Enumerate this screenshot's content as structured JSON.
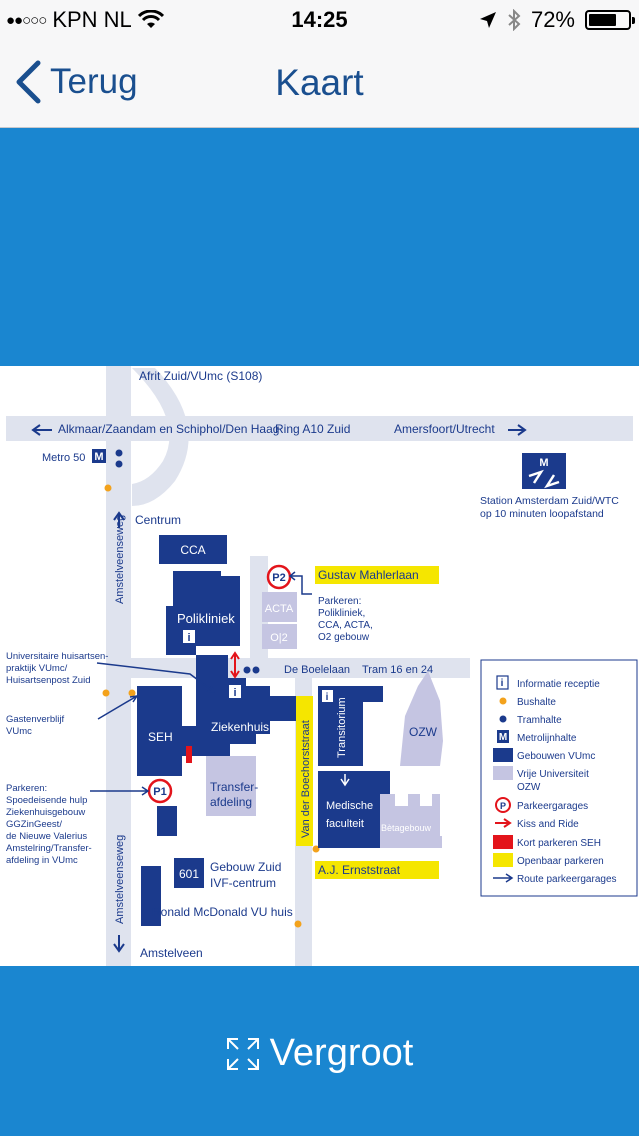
{
  "status_bar": {
    "signal": "●●○○○",
    "carrier": "KPN NL",
    "time": "14:25",
    "battery": "72%",
    "battery_level": 0.72
  },
  "nav": {
    "back_label": "Terug",
    "title": "Kaart"
  },
  "map": {
    "top_roads": {
      "afrit": "Afrit Zuid/VUmc (S108)",
      "west": "Alkmaar/Zaandam en Schiphol/Den Haag",
      "ring": "Ring A10 Zuid",
      "east": "Amersfoort/Utrecht"
    },
    "metro": "Metro 50",
    "metro_icon": "M",
    "station_icon": "M",
    "station": [
      "Station Amsterdam Zuid/WTC",
      "op 10 minuten loopafstand"
    ],
    "centrum": "Centrum",
    "amstelveen": "Amstelveen",
    "amstelveenseweg": "Amstelveenseweg",
    "buildings": {
      "cca": "CCA",
      "polikliniek": "Polikliniek",
      "ziekenhuis": "Ziekenhuis",
      "seh": "SEH",
      "transferafdeling": [
        "Transfer-",
        "afdeling"
      ],
      "acta": "ACTA",
      "o2": "O|2",
      "transitorium": "Transitorium",
      "ozw": "OZW",
      "medische_faculteit": [
        "Medische",
        "faculteit"
      ],
      "betagebouw": "Bètagebouw",
      "gebouw601_num": "601",
      "gebouw_zuid": [
        "Gebouw Zuid",
        "IVF-centrum"
      ],
      "ronald": "Ronald McDonald VU huis"
    },
    "streets": {
      "gustav": "Gustav Mahlerlaan",
      "boelelaan": "De Boelelaan",
      "tram": "Tram 16 en 24",
      "van_der_boechorst": "Van der Boechorststraat",
      "ernststraat": "A.J. Ernststraat"
    },
    "parking_p2": "P2",
    "parking_p1": "P1",
    "parking_p2_text": [
      "Parkeren:",
      "Polikliniek,",
      "CCA, ACTA,",
      "O2 gebouw"
    ],
    "universitaire_text": [
      "Universitaire huisartsen-",
      "praktijk VUmc/",
      "Huisartsenpost Zuid"
    ],
    "gastenverblijf_text": [
      "Gastenverblijf",
      "VUmc"
    ],
    "parkeren_p1_text": [
      "Parkeren:",
      "Spoedeisende hulp",
      "Ziekenhuisgebouw",
      "GGZinGeest/",
      "de Nieuwe Valerius",
      "Amstelring/Transfer-",
      "afdeling in VUmc"
    ],
    "info_symbol": "i",
    "legend": [
      {
        "key": "info",
        "label": "Informatie receptie"
      },
      {
        "key": "bus",
        "label": "Bushalte"
      },
      {
        "key": "tram",
        "label": "Tramhalte"
      },
      {
        "key": "metro",
        "label": "Metrolijnhalte"
      },
      {
        "key": "vumc",
        "label": "Gebouwen VUmc"
      },
      {
        "key": "vu",
        "label": "Vrije Universiteit",
        "label2": "OZW"
      },
      {
        "key": "garage",
        "label": "Parkeergarages"
      },
      {
        "key": "kiss",
        "label": "Kiss and Ride"
      },
      {
        "key": "kort",
        "label": "Kort parkeren SEH"
      },
      {
        "key": "open",
        "label": "Openbaar parkeren"
      },
      {
        "key": "route",
        "label": "Route parkeergarages"
      }
    ],
    "legend_glyphs": {
      "info": "i",
      "metro": "M",
      "garage": "P"
    }
  },
  "enlarge": {
    "label": "Vergroot"
  },
  "colors": {
    "blue": "#1a86d0",
    "navy": "#1b3a8c",
    "lilac": "#c5c5e2",
    "road": "#dfe3ee",
    "yellow": "#f5e600",
    "orange": "#f3a21c",
    "red": "#e3141b",
    "nav_text": "#1a4f8f"
  }
}
